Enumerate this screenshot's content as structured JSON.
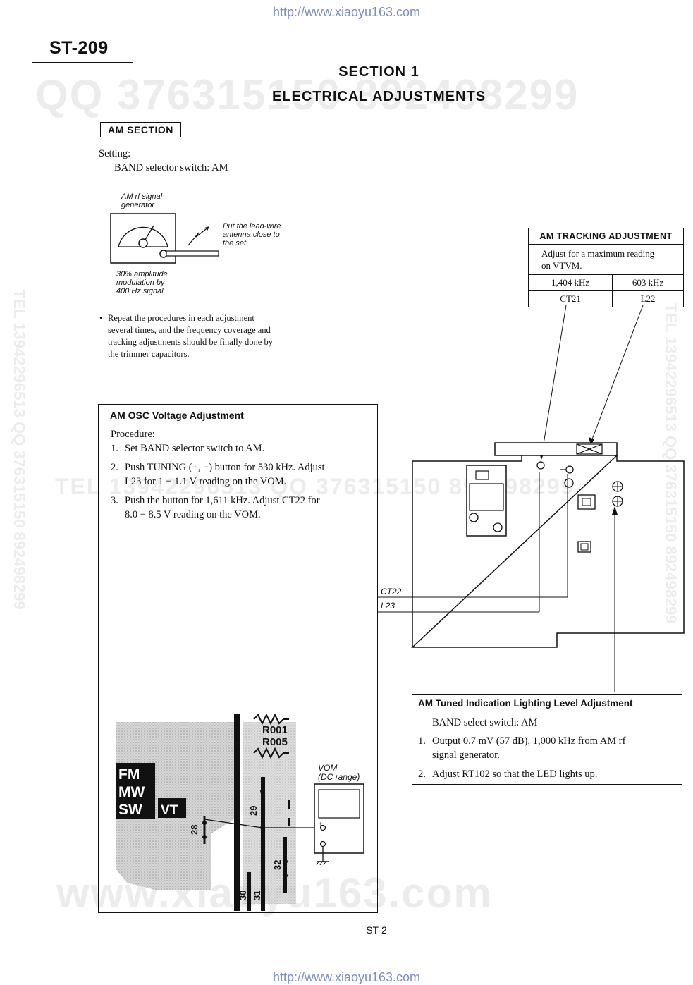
{
  "header": {
    "url_top": "http://www.xiaoyu163.com",
    "url_bottom": "http://www.xiaoyu163.com",
    "model": "ST-209",
    "section_line1": "SECTION 1",
    "section_line2": "ELECTRICAL ADJUSTMENTS"
  },
  "watermarks": {
    "qq": "QQ 376315150 892498299",
    "tel_mid": "TEL 13942296513 QQ 376315150 892498299",
    "www": "www.xiaoyu163.com",
    "side_left": "TEL 13942296513 QQ 376315150 892498299",
    "side_right": "TEL 13942296513 QQ 376315150 892498299"
  },
  "am_section": {
    "label": "AM SECTION",
    "setting_label": "Setting:",
    "setting_value": "BAND selector switch: AM"
  },
  "generator": {
    "label_line1": "AM rf signal",
    "label_line2": "generator",
    "antenna_line1": "Put the lead-wire",
    "antenna_line2": "antenna close to",
    "antenna_line3": "the set.",
    "mod_line1": "30% amplitude",
    "mod_line2": "modulation by",
    "mod_line3": "400 Hz signal"
  },
  "note": {
    "line1": "Repeat the procedures in each adjustment",
    "line2": "several times, and the frequency coverage and",
    "line3": "tracking adjustments should be finally done by",
    "line4": "the trimmer capacitors."
  },
  "tracking": {
    "title": "AM TRACKING ADJUSTMENT",
    "desc_line1": "Adjust for a maximum reading",
    "desc_line2": "on VTVM.",
    "freq1": "1,404 kHz",
    "freq2": "603 kHz",
    "part1": "CT21",
    "part2": "L22"
  },
  "osc": {
    "title": "AM OSC Voltage Adjustment",
    "procedure_label": "Procedure:",
    "steps": [
      {
        "num": "1.",
        "line1": "Set BAND selector switch to AM.",
        "line2": ""
      },
      {
        "num": "2.",
        "line1": "Push TUNING (+, −) button for 530 kHz. Adjust",
        "line2": "L23 for 1 − 1.1 V reading on the VOM."
      },
      {
        "num": "3.",
        "line1": "Push the button for 1,611 kHz. Adjust CT22 for",
        "line2": "8.0 − 8.5 V reading on the VOM."
      }
    ],
    "ct22_label": "CT22",
    "l23_label": "L23"
  },
  "pcb": {
    "fm": "FM",
    "mw": "MW",
    "sw": "SW",
    "vt": "VT",
    "r001": "R001",
    "r005": "R005",
    "pin28": "28",
    "pin29": "29",
    "pin30": "30",
    "pin31": "31",
    "pin32": "32",
    "vom_line1": "VOM",
    "vom_line2": "(DC range)",
    "plus": "+",
    "minus": "−"
  },
  "tuned": {
    "title": "AM Tuned Indication Lighting Level Adjustment",
    "band": "BAND select switch: AM",
    "steps": [
      {
        "num": "1.",
        "line1": "Output 0.7 mV (57 dB), 1,000 kHz from AM rf",
        "line2": "signal generator."
      },
      {
        "num": "2.",
        "line1": "Adjust RT102 so that the LED lights up.",
        "line2": ""
      }
    ]
  },
  "footer": {
    "page": "– ST-2 –"
  }
}
